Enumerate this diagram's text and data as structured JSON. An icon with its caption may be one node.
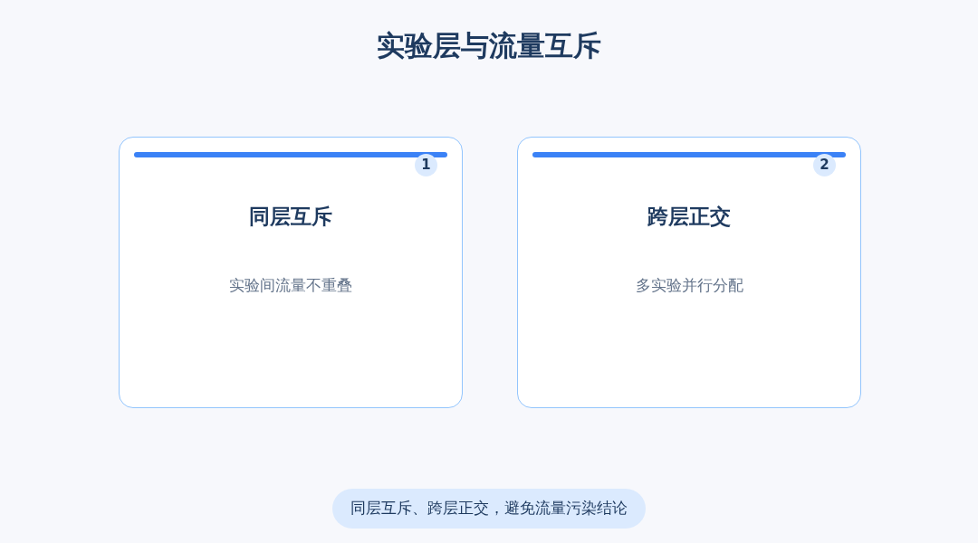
{
  "diagram": {
    "title": "实验层与流量互斥",
    "nodes": [
      {
        "text": [
          "同层互斥",
          "实验间流量不重叠"
        ]
      },
      {
        "text": [
          "1"
        ],
        "in": 0
      },
      {
        "text": [
          "跨层正交",
          "多实验并行分配"
        ]
      },
      {
        "text": [
          "2"
        ],
        "in": 2
      }
    ],
    "caption": "同层互斥、跨层正交，避免流量污染结论"
  }
}
